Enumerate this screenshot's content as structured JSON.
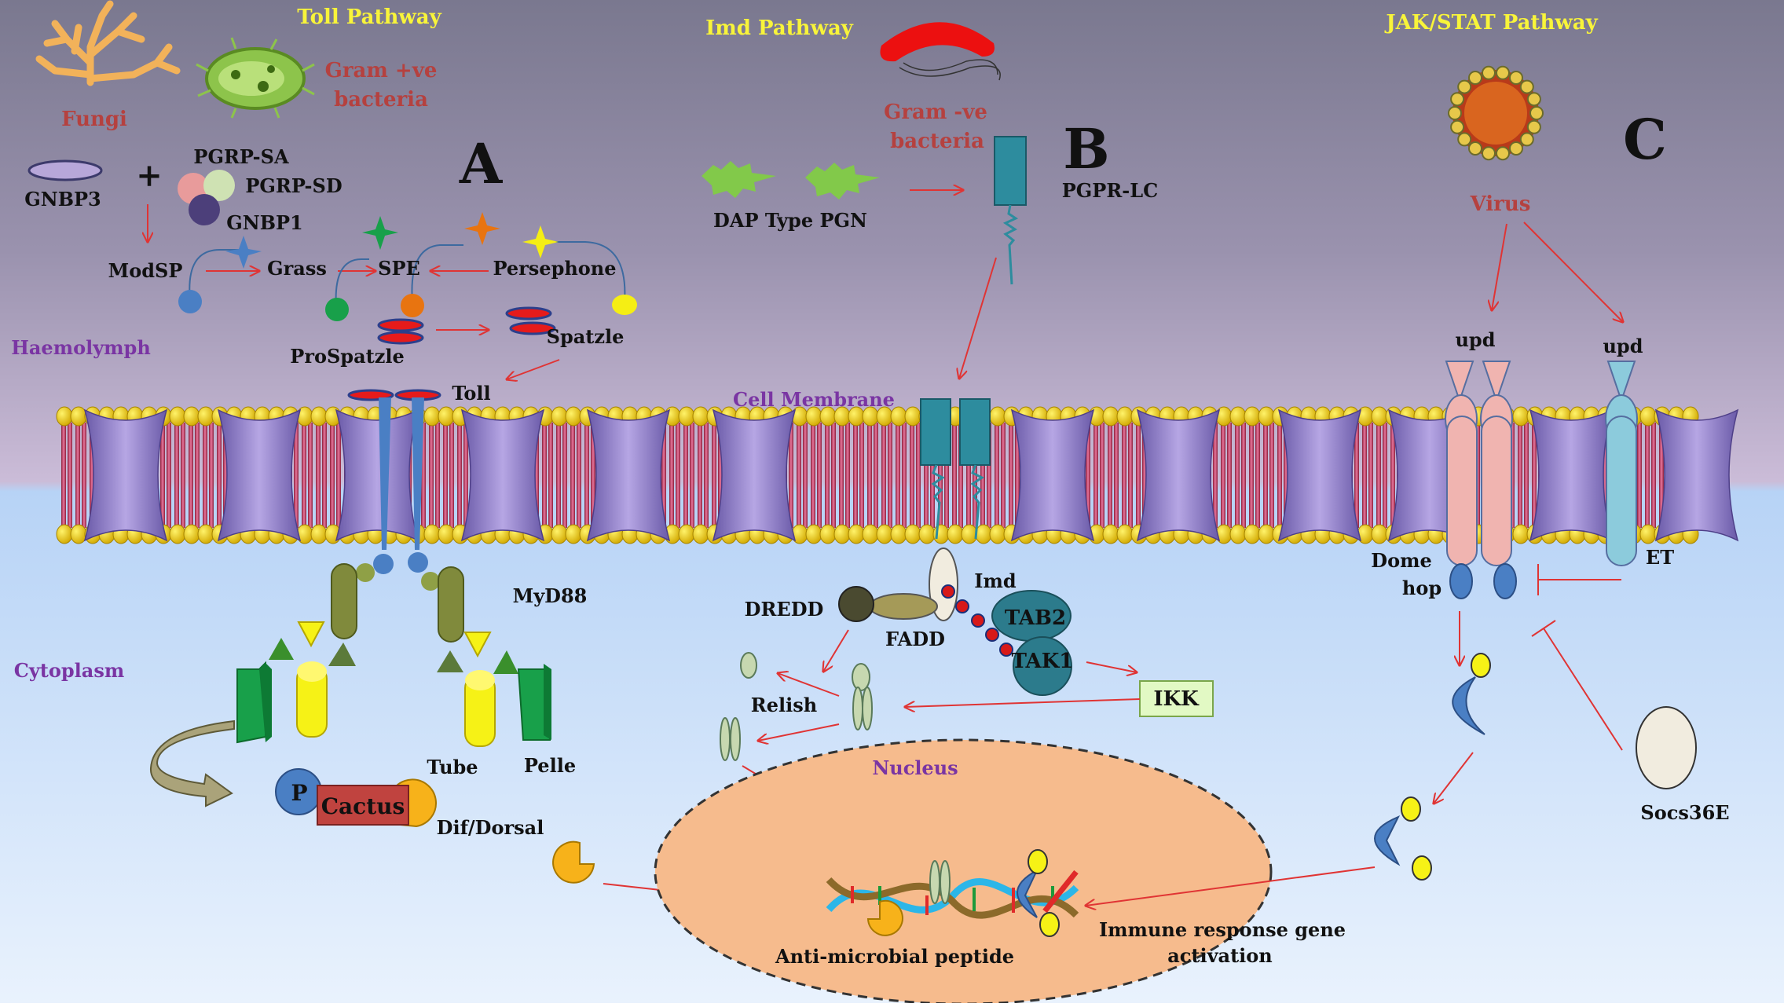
{
  "colors": {
    "bg_top": "#7c7a93",
    "bg_mid": "#c9b9d6",
    "cytoplasm": "#b8d5f7",
    "title_yellow": "#f8f43a",
    "label_red": "#b5413f",
    "label_purple": "#7a35a3",
    "arrow_red": "#e03434",
    "receptor_teal": "#2d8c9e",
    "nucleus": "#f6bb8d"
  },
  "pathways": {
    "toll": "Toll Pathway",
    "imd": "Imd Pathway",
    "jakstat": "JAK/STAT Pathway"
  },
  "panel_letters": {
    "a": "A",
    "b": "B",
    "c": "C"
  },
  "regions": {
    "haemolymph": "Haemolymph",
    "cytoplasm": "Cytoplasm",
    "cell_membrane": "Cell Membrane",
    "nucleus": "Nucleus"
  },
  "toll_labels": {
    "fungi": "Fungi",
    "gram_pos_1": "Gram +ve",
    "gram_pos_2": "bacteria",
    "gnbp3": "GNBP3",
    "plus": "+",
    "pgrp_sa": "PGRP-SA",
    "pgrp_sd": "PGRP-SD",
    "gnbp1": "GNBP1",
    "modsp": "ModSP",
    "grass": "Grass",
    "spe": "SPE",
    "persephone": "Persephone",
    "prospatzle": "ProSpatzle",
    "spatzle": "Spatzle",
    "toll": "Toll",
    "myd88": "MyD88",
    "tube": "Tube",
    "pelle": "Pelle",
    "p": "P",
    "cactus": "Cactus",
    "dif_dorsal": "Dif/Dorsal"
  },
  "imd_labels": {
    "gram_neg_1": "Gram -ve",
    "gram_neg_2": "bacteria",
    "dap_pgn": "DAP Type PGN",
    "pgrp_lc": "PGPR-LC",
    "imd": "Imd",
    "dredd": "DREDD",
    "fadd": "FADD",
    "tab2": "TAB2",
    "tak1": "TAK1",
    "ikk": "IKK",
    "relish": "Relish"
  },
  "jak_labels": {
    "virus": "Virus",
    "upd_1": "upd",
    "upd_2": "upd",
    "dome": "Dome",
    "hop": "hop",
    "et": "ET",
    "socs36e": "Socs36E"
  },
  "nucleus_labels": {
    "amp": "Anti-microbial peptide",
    "immune_1": "Immune response gene",
    "immune_2": "activation"
  }
}
